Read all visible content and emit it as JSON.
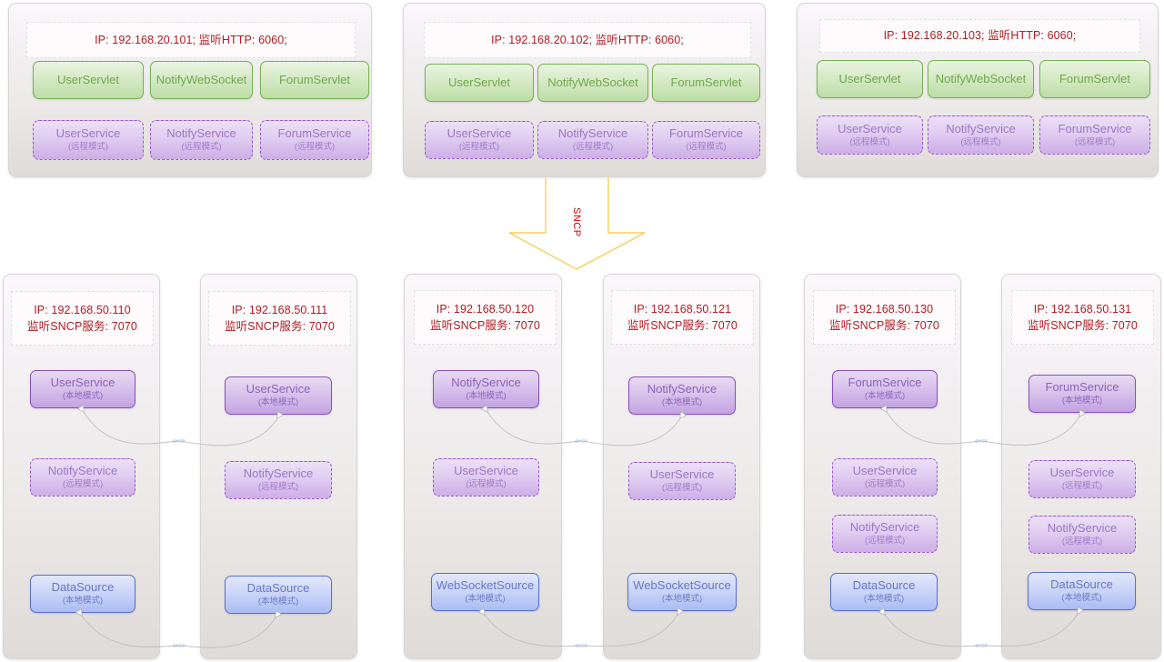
{
  "diagram": {
    "protocol_label": "SNCP",
    "link_label": "SNCP",
    "colors": {
      "header_text": "#b01c22",
      "servlet_border": "#77b255",
      "servlet_text": "#6fa84e",
      "service_local_border": "#8a4fc0",
      "service_local_text": "#8c62bd",
      "service_remote_border": "#9b59d0",
      "service_remote_text": "#9c77c6",
      "datasource_border": "#5b6fd0",
      "datasource_text": "#6677c6",
      "arrow_stroke": "#f5cf5a",
      "link_stroke": "#b9b9b9"
    }
  },
  "top_hosts": [
    {
      "header": "IP: 192.168.20.101;  监听HTTP: 6060;",
      "servlets": [
        {
          "title": "UserServlet"
        },
        {
          "title": "NotifyWebSocket"
        },
        {
          "title": "ForumServlet"
        }
      ],
      "services": [
        {
          "title": "UserService",
          "sub": "(远程模式)"
        },
        {
          "title": "NotifyService",
          "sub": "(远程模式)"
        },
        {
          "title": "ForumService",
          "sub": "(远程模式)"
        }
      ]
    },
    {
      "header": "IP: 192.168.20.102;  监听HTTP: 6060;",
      "servlets": [
        {
          "title": "UserServlet"
        },
        {
          "title": "NotifyWebSocket"
        },
        {
          "title": "ForumServlet"
        }
      ],
      "services": [
        {
          "title": "UserService",
          "sub": "(远程模式)"
        },
        {
          "title": "NotifyService",
          "sub": "(远程模式)"
        },
        {
          "title": "ForumService",
          "sub": "(远程模式)"
        }
      ]
    },
    {
      "header": "IP: 192.168.20.103;  监听HTTP: 6060;",
      "servlets": [
        {
          "title": "UserServlet"
        },
        {
          "title": "NotifyWebSocket"
        },
        {
          "title": "ForumServlet"
        }
      ],
      "services": [
        {
          "title": "UserService",
          "sub": "(远程模式)"
        },
        {
          "title": "NotifyService",
          "sub": "(远程模式)"
        },
        {
          "title": "ForumService",
          "sub": "(远程模式)"
        }
      ]
    }
  ],
  "bottom_hosts": [
    {
      "header_line1": "IP: 192.168.50.110",
      "header_line2": "监听SNCP服务: 7070",
      "nodes": [
        {
          "title": "UserService",
          "sub": "(本地模式)",
          "style": "purple-solid"
        },
        {
          "title": "NotifyService",
          "sub": "(远程模式)",
          "style": "purple-dash"
        },
        {
          "title": "DataSource",
          "sub": "(本地模式)",
          "style": "blue"
        }
      ]
    },
    {
      "header_line1": "IP: 192.168.50.111",
      "header_line2": "监听SNCP服务: 7070",
      "nodes": [
        {
          "title": "UserService",
          "sub": "(本地模式)",
          "style": "purple-solid"
        },
        {
          "title": "NotifyService",
          "sub": "(远程模式)",
          "style": "purple-dash"
        },
        {
          "title": "DataSource",
          "sub": "(本地模式)",
          "style": "blue"
        }
      ]
    },
    {
      "header_line1": "IP: 192.168.50.120",
      "header_line2": "监听SNCP服务: 7070",
      "nodes": [
        {
          "title": "NotifyService",
          "sub": "(本地模式)",
          "style": "purple-solid"
        },
        {
          "title": "UserService",
          "sub": "(远程模式)",
          "style": "purple-dash"
        },
        {
          "title": "WebSocketSource",
          "sub": "(本地模式)",
          "style": "blue"
        }
      ]
    },
    {
      "header_line1": "IP: 192.168.50.121",
      "header_line2": "监听SNCP服务: 7070",
      "nodes": [
        {
          "title": "NotifyService",
          "sub": "(本地模式)",
          "style": "purple-solid"
        },
        {
          "title": "UserService",
          "sub": "(远程模式)",
          "style": "purple-dash"
        },
        {
          "title": "WebSocketSource",
          "sub": "(本地模式)",
          "style": "blue"
        }
      ]
    },
    {
      "header_line1": "IP: 192.168.50.130",
      "header_line2": "监听SNCP服务: 7070",
      "nodes": [
        {
          "title": "ForumService",
          "sub": "(本地模式)",
          "style": "purple-solid"
        },
        {
          "title": "UserService",
          "sub": "(远程模式)",
          "style": "purple-dash"
        },
        {
          "title": "NotifyService",
          "sub": "(远程模式)",
          "style": "purple-dash"
        },
        {
          "title": "DataSource",
          "sub": "(本地模式)",
          "style": "blue"
        }
      ]
    },
    {
      "header_line1": "IP: 192.168.50.131",
      "header_line2": "监听SNCP服务: 7070",
      "nodes": [
        {
          "title": "ForumService",
          "sub": "(本地模式)",
          "style": "purple-solid"
        },
        {
          "title": "UserService",
          "sub": "(远程模式)",
          "style": "purple-dash"
        },
        {
          "title": "NotifyService",
          "sub": "(远程模式)",
          "style": "purple-dash"
        },
        {
          "title": "DataSource",
          "sub": "(本地模式)",
          "style": "blue"
        }
      ]
    }
  ]
}
